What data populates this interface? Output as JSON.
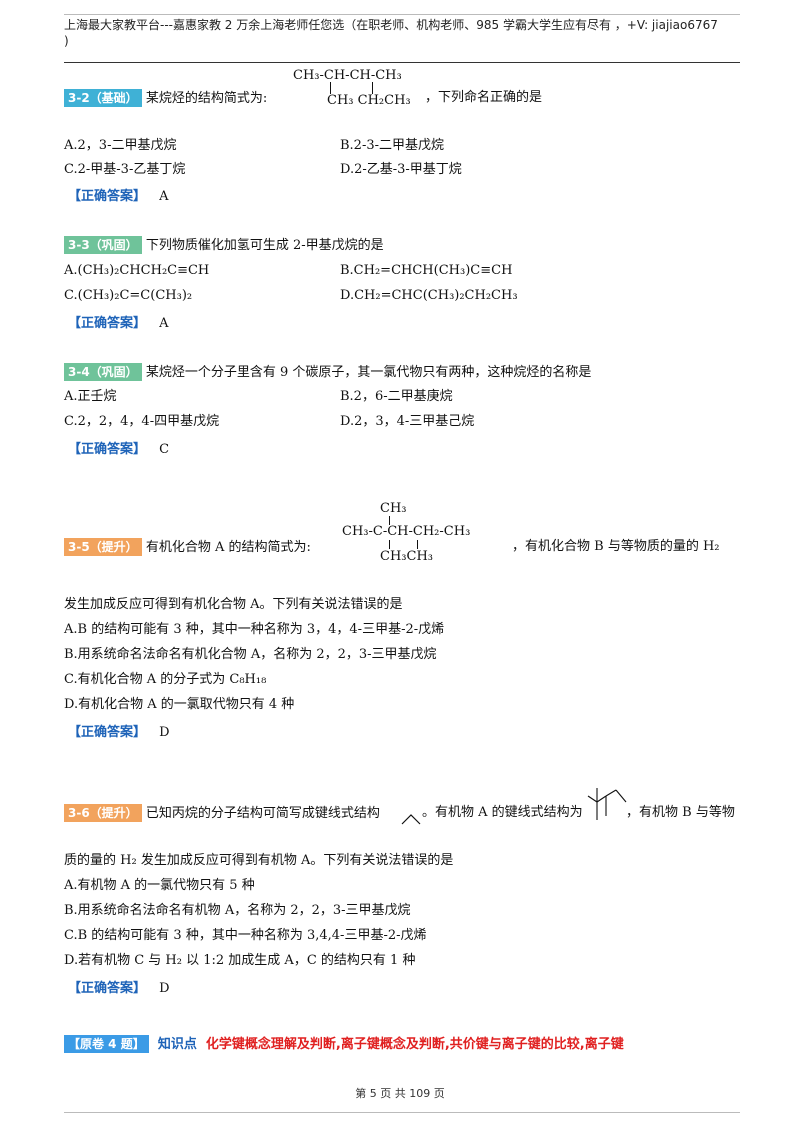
{
  "header": {
    "line1": "上海最大家教平台---嘉惠家教   2 万余上海老师任您选（在职老师、机构老师、985 学霸大学生应有尽有  ，+V:  jiajiao6767",
    "line2": ")"
  },
  "answer_label": "【正确答案】",
  "q32": {
    "tag": "3-2（基础）",
    "stem": "某烷烃的结构简式为:",
    "stem_tail": "，下列命名正确的是",
    "struct_top": "CH₃-CH-CH-CH₃",
    "struct_bottom": "CH₃  CH₂CH₃",
    "options": [
      "A.2，3-二甲基戊烷",
      "B.2-3-二甲基戊烷",
      "C.2-甲基-3-乙基丁烷",
      "D.2-乙基-3-甲基丁烷"
    ],
    "answer": "A"
  },
  "q33": {
    "tag": "3-3（巩固）",
    "stem": "下列物质催化加氢可生成 2-甲基戊烷的是",
    "options": [
      "A.(CH₃)₂CHCH₂C≡CH",
      "B.CH₂=CHCH(CH₃)C≡CH",
      "C.(CH₃)₂C=C(CH₃)₂",
      "D.CH₂=CHC(CH₃)₂CH₂CH₃"
    ],
    "answer": "A"
  },
  "q34": {
    "tag": "3-4（巩固）",
    "stem": "某烷烃一个分子里含有 9 个碳原子，其一氯代物只有两种，这种烷烃的名称是",
    "options": [
      "A.正壬烷",
      "B.2，6-二甲基庚烷",
      "C.2，2，4，4-四甲基戊烷",
      "D.2，3，4-三甲基己烷"
    ],
    "answer": "C"
  },
  "q35": {
    "tag": "3-5（提升）",
    "stem": "有机化合物  A  的结构简式为:",
    "stem_tail": "，有机化合物  B  与等物质的量的  H₂",
    "struct_top": "CH₃",
    "struct_mid": "CH₃-C-CH-CH₂-CH₃",
    "struct_bottom": "CH₃CH₃",
    "stem2": "发生加成反应可得到有机化合物  A。下列有关说法错误的是",
    "options": [
      "A.B  的结构可能有  3  种，其中一种名称为  3，4，4-三甲基-2-戊烯",
      "B.用系统命名法命名有机化合物  A，名称为  2，2，3-三甲基戊烷",
      "C.有机化合物  A  的分子式为  C₈H₁₈",
      "D.有机化合物  A  的一氯取代物只有 4 种"
    ],
    "answer": "D"
  },
  "q36": {
    "tag": "3-6（提升）",
    "stem_a": "已知丙烷的分子结构可简写成键线式结构",
    "stem_b": "。有机物 A 的键线式结构为",
    "stem_c": "，有机物 B 与等物",
    "stem2": "质的量的 H₂ 发生加成反应可得到有机物 A。下列有关说法错误的是",
    "options": [
      "A.有机物 A 的一氯代物只有 5 种",
      "B.用系统命名法命名有机物 A，名称为 2，2，3-三甲基戊烷",
      "C.B 的结构可能有 3 种，其中一种名称为 3,4,4-三甲基-2-戊烯",
      "D.若有机物 C 与 H₂ 以 1:2 加成生成 A，C 的结构只有 1 种"
    ],
    "answer": "D"
  },
  "section": {
    "tag": "【原卷 4 题】",
    "label": "知识点",
    "text": "化学键概念理解及判断,离子键概念及判断,共价键与离子键的比较,离子键"
  },
  "footer": "第 5 页 共 109 页"
}
